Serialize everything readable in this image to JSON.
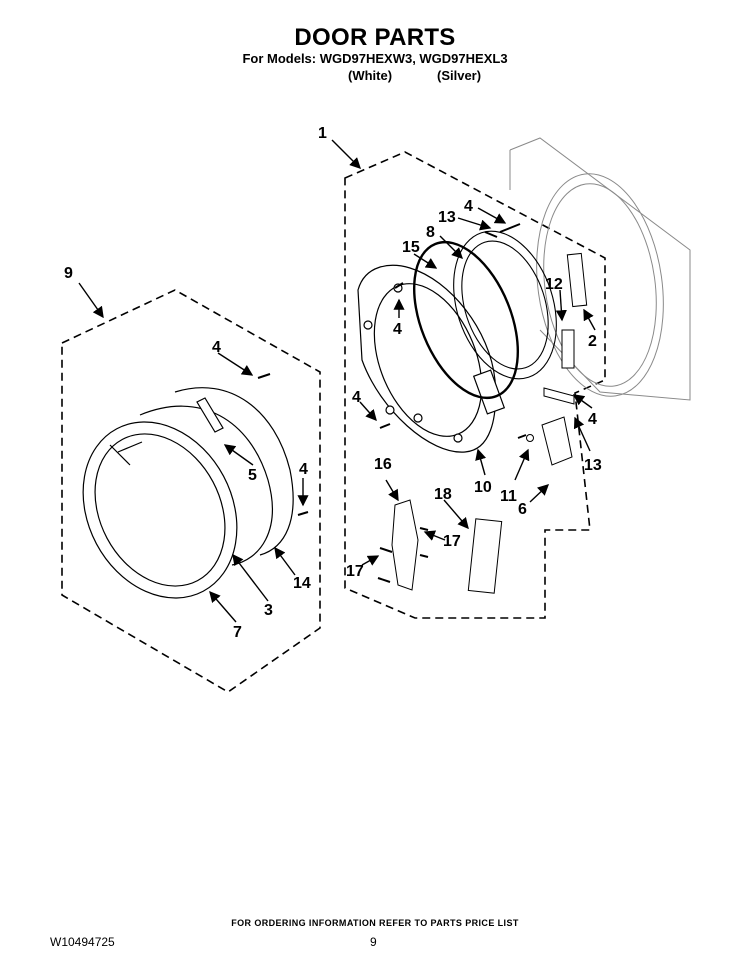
{
  "header": {
    "title": "DOOR PARTS",
    "models": "For Models: WGD97HEXW3, WGD97HEXL3",
    "variant_white": "(White)",
    "variant_silver": "(Silver)"
  },
  "diagram": {
    "callouts": [
      "1",
      "2",
      "3",
      "4",
      "5",
      "6",
      "7",
      "8",
      "9",
      "10",
      "11",
      "12",
      "13",
      "14",
      "15",
      "16",
      "17",
      "18"
    ]
  },
  "footer": {
    "ordering_info": "FOR ORDERING INFORMATION REFER TO PARTS PRICE LIST",
    "doc_number": "W10494725",
    "page_number": "9"
  }
}
